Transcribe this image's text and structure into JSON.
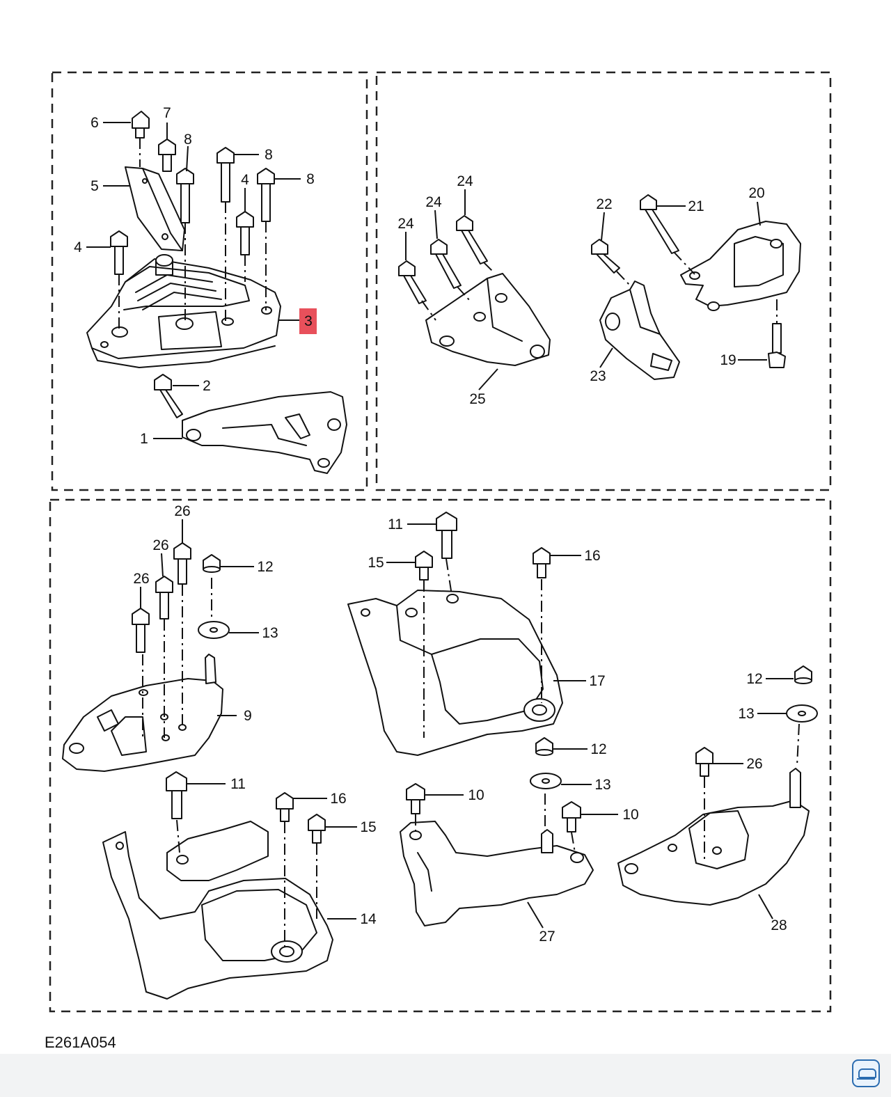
{
  "figure_code": "E261A054",
  "highlight_color": "#e8505b",
  "line_color": "#111111",
  "panels": [
    {
      "name": "panel-top-left"
    },
    {
      "name": "panel-top-right"
    },
    {
      "name": "panel-bottom"
    }
  ],
  "callouts": [
    {
      "label": "6"
    },
    {
      "label": "7"
    },
    {
      "label": "8"
    },
    {
      "label": "8"
    },
    {
      "label": "8"
    },
    {
      "label": "5"
    },
    {
      "label": "4"
    },
    {
      "label": "4"
    },
    {
      "label": "3",
      "highlight": true
    },
    {
      "label": "2"
    },
    {
      "label": "1"
    },
    {
      "label": "24"
    },
    {
      "label": "24"
    },
    {
      "label": "24"
    },
    {
      "label": "22"
    },
    {
      "label": "21"
    },
    {
      "label": "20"
    },
    {
      "label": "23"
    },
    {
      "label": "25"
    },
    {
      "label": "19"
    },
    {
      "label": "26"
    },
    {
      "label": "26"
    },
    {
      "label": "26"
    },
    {
      "label": "12"
    },
    {
      "label": "13"
    },
    {
      "label": "9"
    },
    {
      "label": "11"
    },
    {
      "label": "15"
    },
    {
      "label": "16"
    },
    {
      "label": "17"
    },
    {
      "label": "12"
    },
    {
      "label": "13"
    },
    {
      "label": "26"
    },
    {
      "label": "11"
    },
    {
      "label": "16"
    },
    {
      "label": "15"
    },
    {
      "label": "14"
    },
    {
      "label": "10"
    },
    {
      "label": "12"
    },
    {
      "label": "13"
    },
    {
      "label": "10"
    },
    {
      "label": "27"
    },
    {
      "label": "28"
    }
  ],
  "watermark": {
    "icon": "car-logo-icon"
  }
}
